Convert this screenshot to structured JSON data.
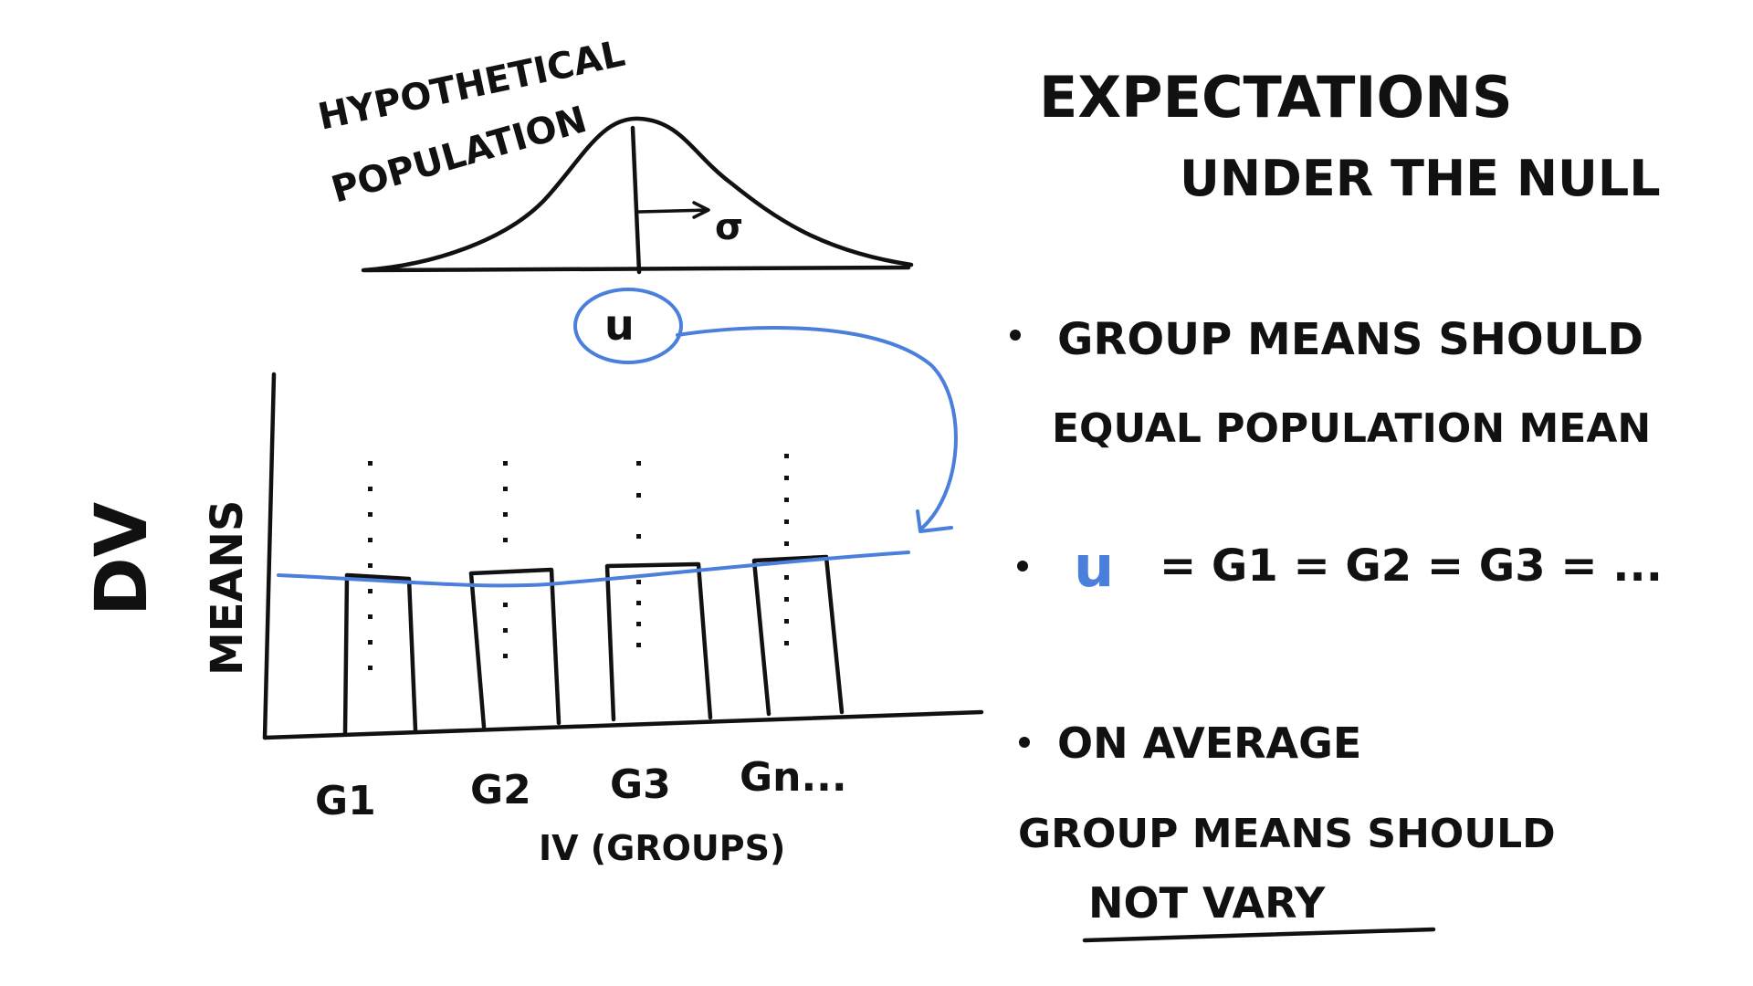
{
  "distribution": {
    "label_line1": "HYPOTHETICAL",
    "label_line2": "POPULATION",
    "sigma_label": "σ",
    "mu_label": "u"
  },
  "chart": {
    "y_label_outer": "DV",
    "y_label_inner": "MEANS",
    "groups": [
      "G1",
      "G2",
      "G3",
      "Gn..."
    ],
    "x_label": "IV (GROUPS)"
  },
  "notes": {
    "title_line1": "EXPECTATIONS",
    "title_line2": "UNDER THE NULL",
    "bullet1_line1": "GROUP MEANS SHOULD",
    "bullet1_line2": "EQUAL POPULATION MEAN",
    "bullet2_mu": "u",
    "bullet2_rest": "= G1 = G2 = G3 = ...",
    "bullet3_line1": "ON AVERAGE",
    "bullet3_line2": "GROUP MEANS SHOULD",
    "bullet3_line3": "NOT VARY"
  },
  "colors": {
    "ink": "#111111",
    "accent": "#4a7fdc",
    "background": "#ffffff"
  }
}
